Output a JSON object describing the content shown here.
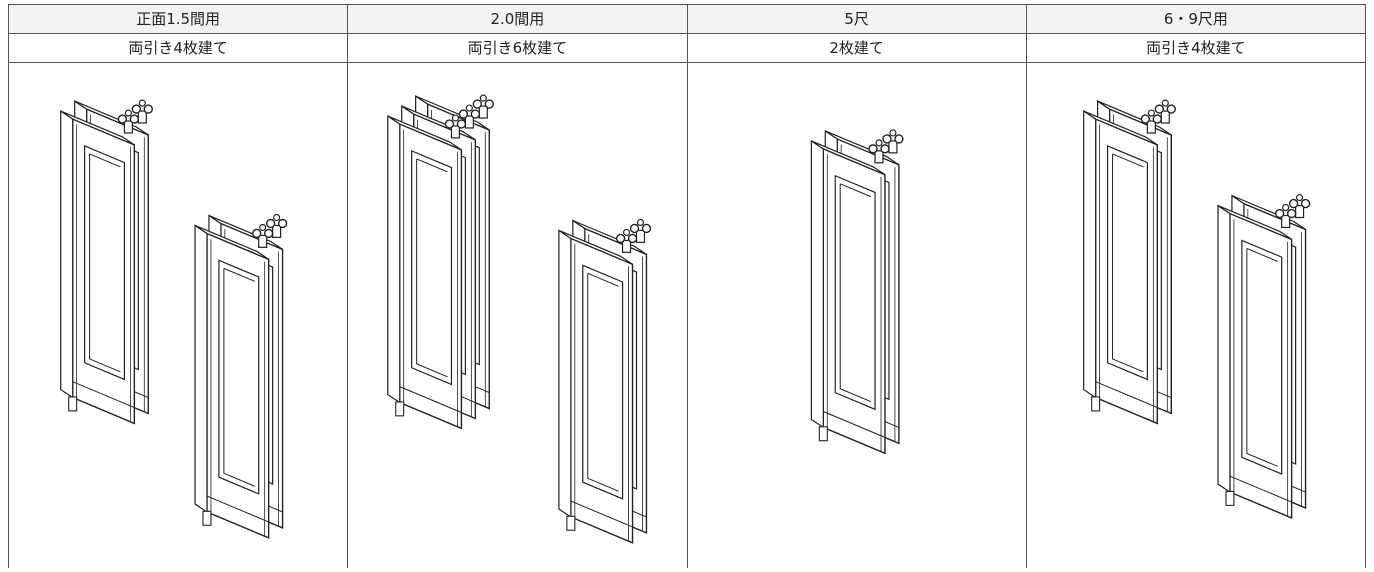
{
  "columns": [
    {
      "heading": "正面1.5間用",
      "subheading": "両引き4枚建て",
      "illustration": "sliding-window-sash-4-panel-icon"
    },
    {
      "heading": "2.0間用",
      "subheading": "両引き6枚建て",
      "illustration": "sliding-window-sash-6-panel-icon"
    },
    {
      "heading": "5尺",
      "subheading": "2枚建て",
      "illustration": "sliding-window-sash-2-panel-icon"
    },
    {
      "heading": "6・9尺用",
      "subheading": "両引き4枚建て",
      "illustration": "sliding-window-sash-4-panel-icon"
    }
  ],
  "colors": {
    "border": "#555555",
    "header_bg": "#f3f3f3",
    "line": "#222222"
  }
}
